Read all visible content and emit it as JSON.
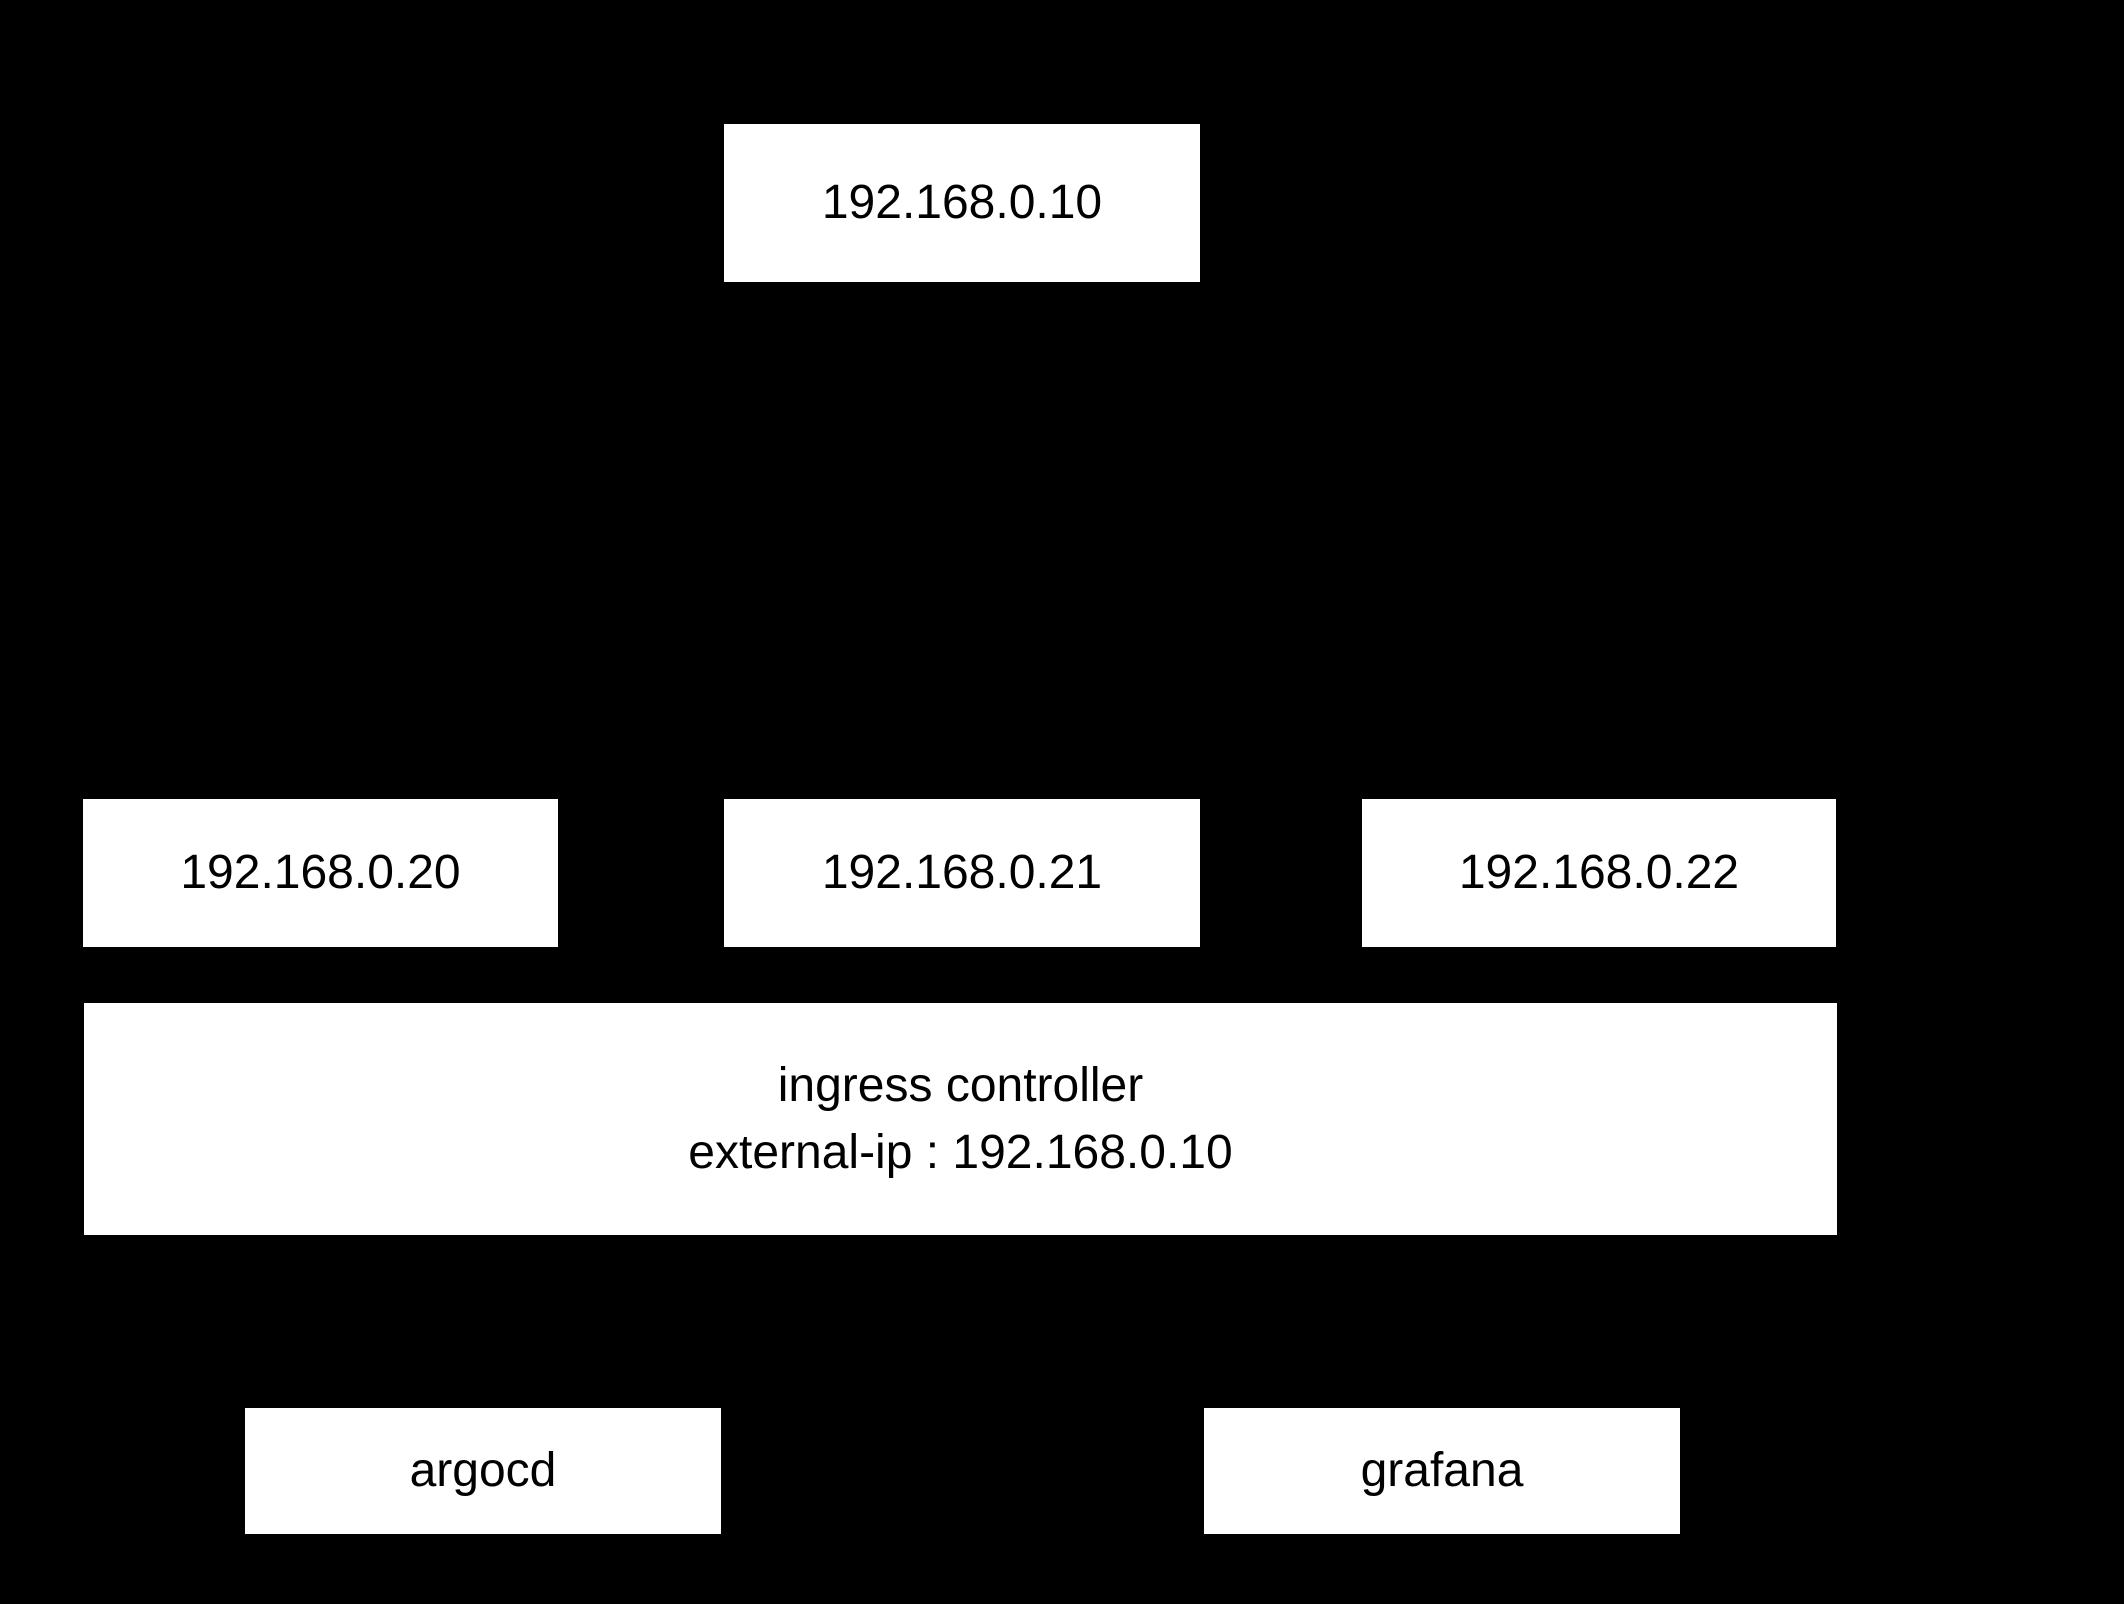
{
  "colors": {
    "background": "#000000",
    "node_fill": "#ffffff",
    "node_text": "#000000"
  },
  "diagram": {
    "nodes": {
      "external_ip": {
        "label": "192.168.0.10"
      },
      "node_20": {
        "label": "192.168.0.20"
      },
      "node_21": {
        "label": "192.168.0.21"
      },
      "node_22": {
        "label": "192.168.0.22"
      },
      "ingress": {
        "line1": "ingress controller",
        "line2": "external-ip : 192.168.0.10"
      },
      "argocd": {
        "label": "argocd"
      },
      "grafana": {
        "label": "grafana"
      }
    }
  }
}
